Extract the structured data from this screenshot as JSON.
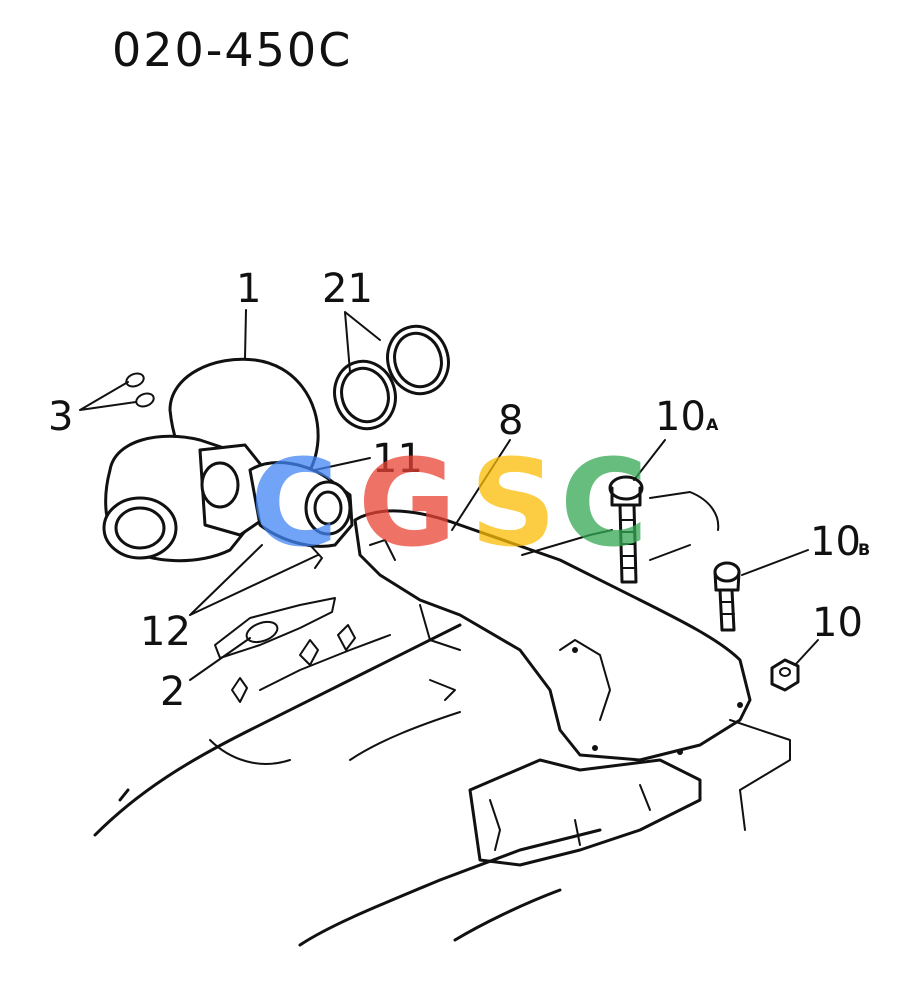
{
  "title": "020-450C",
  "callouts": {
    "c1": "1",
    "c21": "21",
    "c3": "3",
    "c8": "8",
    "c10a_num": "10",
    "c10a_sub": "A",
    "c11": "11",
    "c10b_num": "10",
    "c10b_sub": "B",
    "c12": "12",
    "c10": "10",
    "c2": "2"
  },
  "watermark": {
    "letters": [
      "C",
      "G",
      "S",
      "C"
    ],
    "colors": [
      "#4285F4",
      "#EA4335",
      "#FBBC05",
      "#34A853"
    ]
  }
}
